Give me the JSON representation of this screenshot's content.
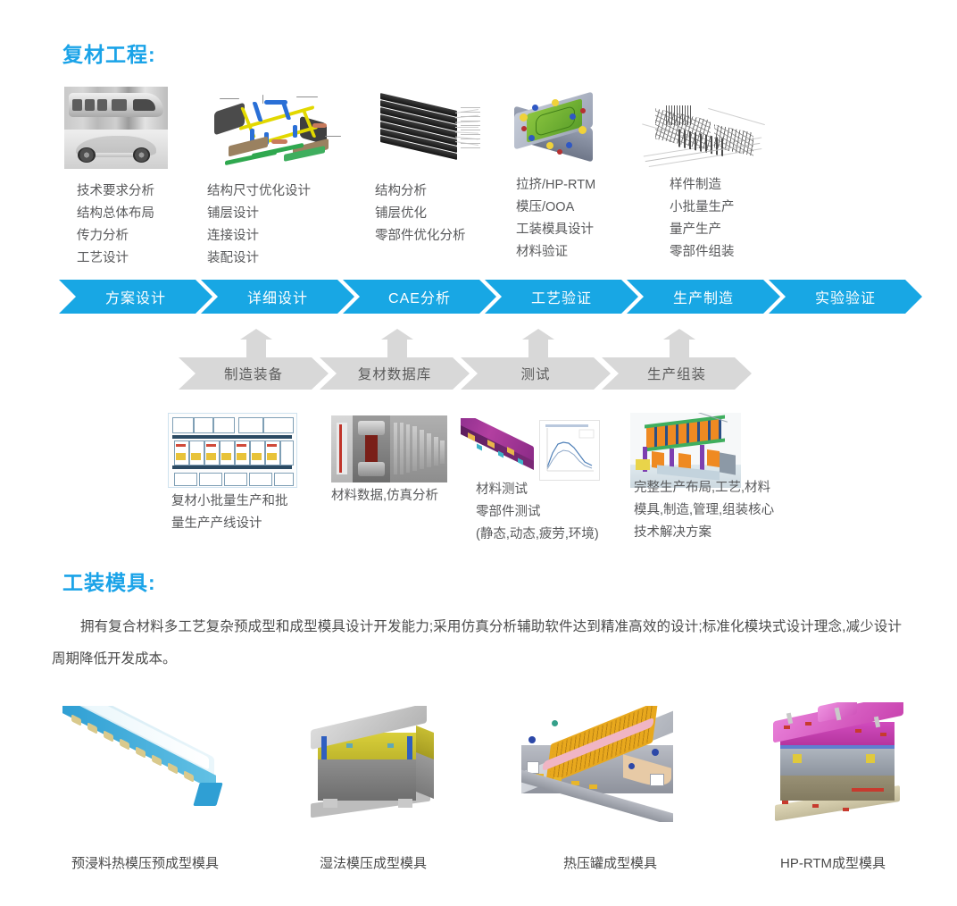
{
  "sections": {
    "composite_engineering": {
      "title": "复材工程:",
      "top_captions": [
        {
          "lines": [
            "技术要求分析",
            "结构总体布局",
            "传力分析",
            "工艺设计"
          ]
        },
        {
          "lines": [
            "结构尺寸优化设计",
            "铺层设计",
            "连接设计",
            "装配设计"
          ]
        },
        {
          "lines": [
            "结构分析",
            "铺层优化",
            "零部件优化分析"
          ]
        },
        {
          "lines": [
            "拉挤/HP-RTM",
            "模压/OOA",
            "工装模具设计",
            "材料验证"
          ]
        },
        {
          "lines": [
            "样件制造",
            "小批量生产",
            "量产生产",
            "零部件组装"
          ]
        }
      ],
      "primary_stages": [
        "方案设计",
        "详细设计",
        "CAE分析",
        "工艺验证",
        "生产制造",
        "实验验证"
      ],
      "support_stages": [
        "制造装备",
        "复材数据库",
        "测试",
        "生产组装"
      ],
      "bottom_captions": [
        {
          "lines": [
            "复材小批量生产和批",
            "量生产产线设计"
          ]
        },
        {
          "lines": [
            "材料数据,仿真分析"
          ]
        },
        {
          "lines": [
            "材料测试",
            "零部件测试",
            "(静态,动态,疲劳,环境)"
          ]
        },
        {
          "lines": [
            "完整生产布局,工艺,材料",
            "模具,制造,管理,组装核心",
            "技术解决方案"
          ]
        }
      ]
    },
    "tooling_molds": {
      "title": "工装模具:",
      "paragraph": "拥有复合材料多工艺复杂预成型和成型模具设计开发能力;采用仿真分析辅助软件达到精准高效的设计;标准化模块式设计理念,减少设计周期降低开发成本。",
      "mold_captions": [
        "预浸料热模压预成型模具",
        "湿法模压成型模具",
        "热压罐成型模具",
        "HP-RTM成型模具"
      ]
    }
  },
  "images": {
    "top_row": [
      "rail-vehicle-and-chassis-photo",
      "exploded-structure-cad-diagram",
      "composite-ply-stack-diagram",
      "mold-assembly-3d-model",
      "production-line-layout-sketch"
    ],
    "mid_row": [
      "factory-floorplan-drawing",
      "material-testing-photo",
      "fea-part-and-curve-chart",
      "robotic-assembly-cell-render"
    ],
    "bottom_row": [
      "prepreg-hot-press-preform-mold",
      "wet-compression-mold",
      "autoclave-mold",
      "hp-rtm-mold"
    ]
  },
  "colors": {
    "accent_blue": "#18a7e4",
    "title_blue": "#1aa3e8",
    "chevron_gray": "#d8d8d8",
    "body_text": "#4a4a4a",
    "caption_text": "#58595b"
  }
}
